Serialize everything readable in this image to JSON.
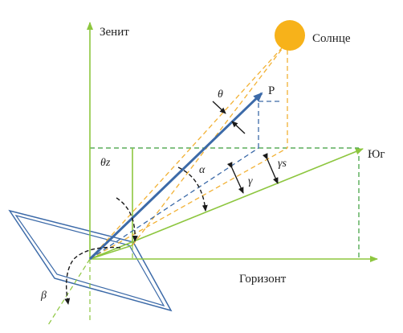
{
  "labels": {
    "zenith": "Зенит",
    "sun": "Солнце",
    "south": "Юг",
    "horizon": "Горизонт",
    "point": "P",
    "theta": "θ",
    "theta_z": "θz",
    "alpha": "α",
    "gamma": "γ",
    "gamma_s": "γs",
    "beta": "β"
  },
  "colors": {
    "green": "#8dc63f",
    "dash_green": "#3a9d3a",
    "blue": "#3c6aa8",
    "orange": "#f2b134",
    "sun": "#f7b21a",
    "black": "#1a1a1a"
  }
}
